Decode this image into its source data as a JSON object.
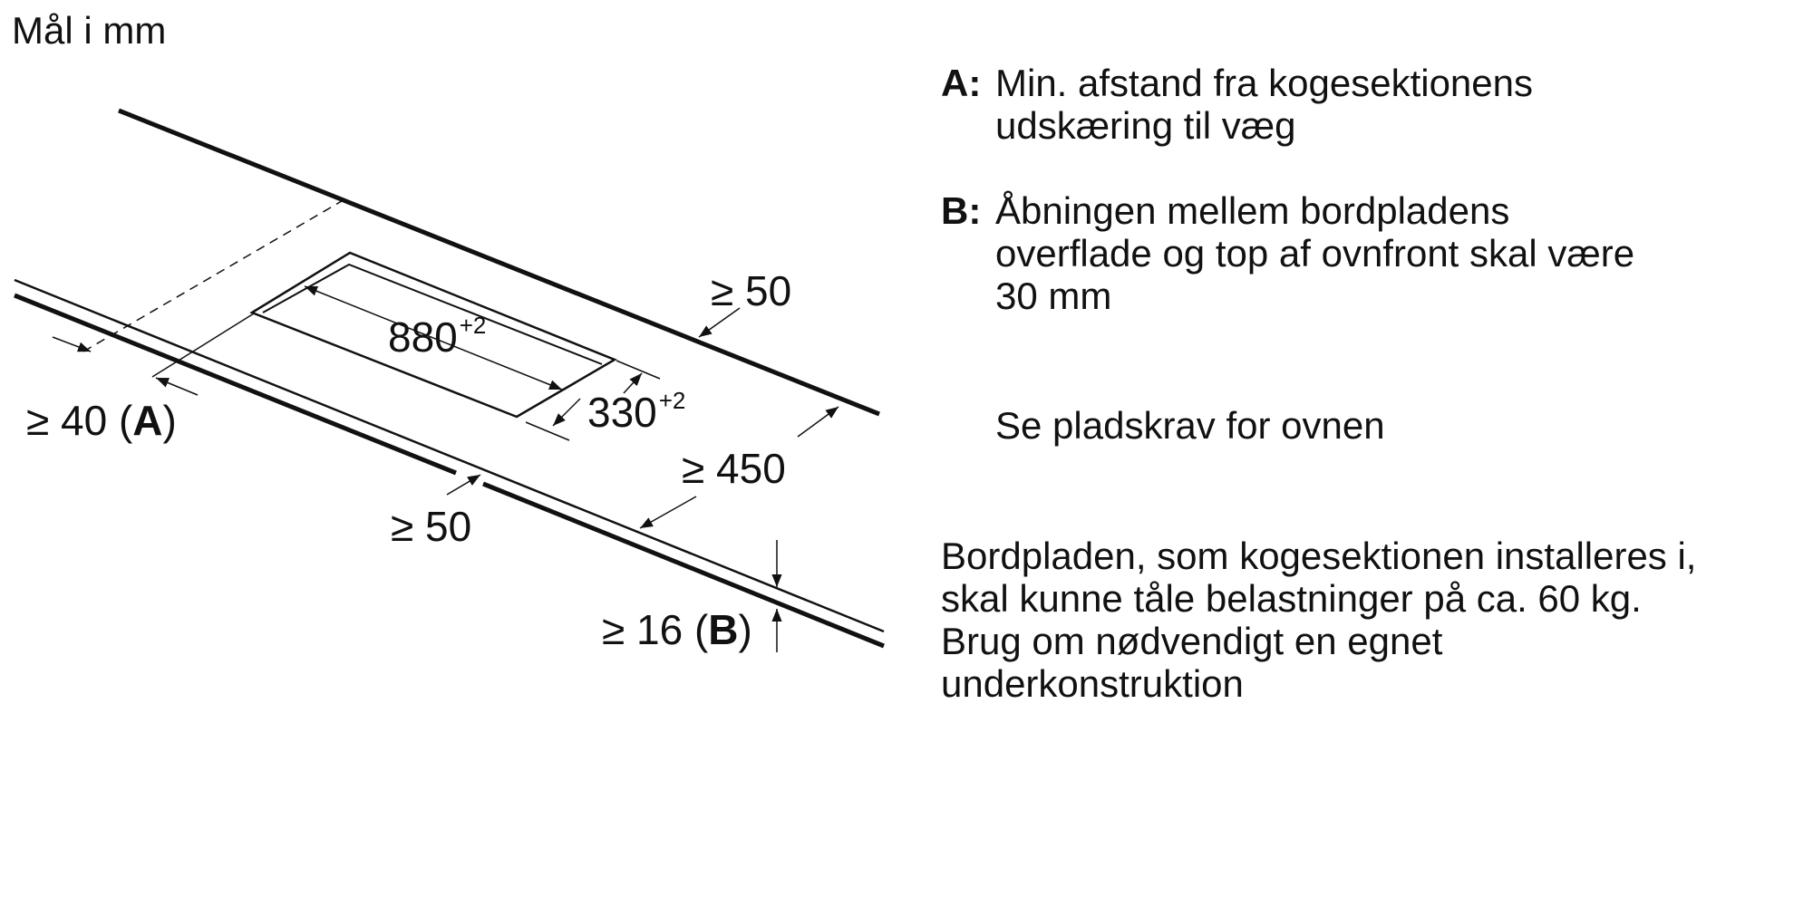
{
  "units_title": "Mål i mm",
  "dimensions": {
    "cutout_width": "880",
    "cutout_width_tol": "+2",
    "cutout_depth": "330",
    "cutout_depth_tol": "+2",
    "rear_margin": "≥ 50",
    "front_margin": "≥ 50",
    "depth_min": "≥ 450",
    "wall_distance_prefix": "≥ 40 (",
    "wall_distance_key": "A",
    "wall_distance_suffix": ")",
    "thickness_prefix": "≥ 16 (",
    "thickness_key": "B",
    "thickness_suffix": ")"
  },
  "legend": [
    {
      "key": "A:",
      "lines": [
        "Min. afstand fra kogesektionens",
        "udskæring til væg"
      ]
    },
    {
      "key": "B:",
      "lines": [
        "Åbningen mellem bordpladens",
        "overflade og top af ovnfront skal være",
        "30 mm"
      ]
    }
  ],
  "oven_note": "Se pladskrav for ovnen",
  "load_note": [
    "Bordpladen, som kogesektionen installeres i,",
    "skal kunne tåle belastninger på ca. 60 kg.",
    "Brug om nødvendigt en egnet",
    "underkonstruktion"
  ]
}
